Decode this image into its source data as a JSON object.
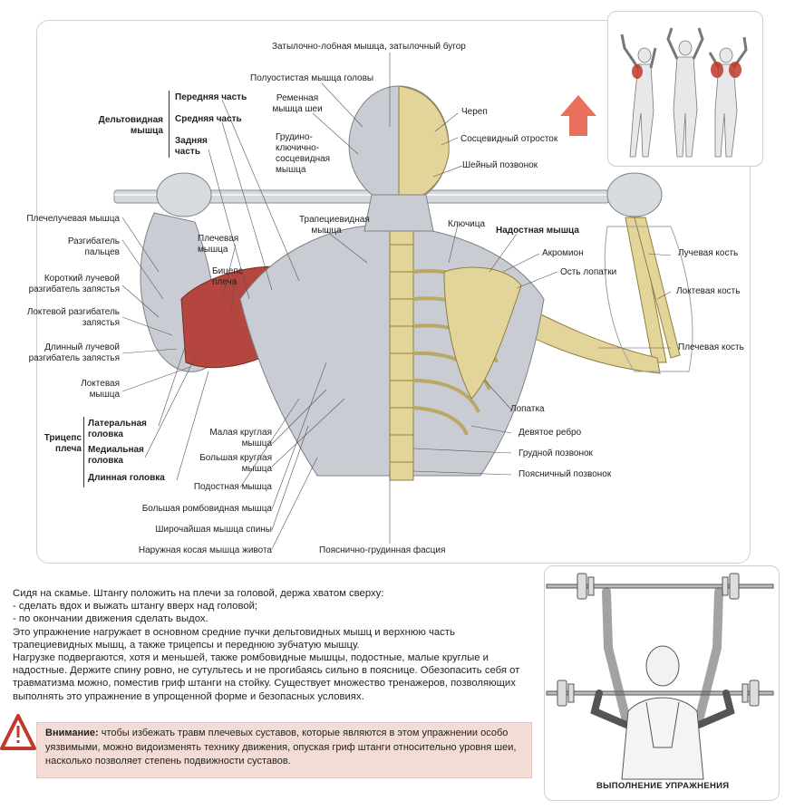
{
  "anatomy_labels": {
    "occipital": "Затылочно-лобная мышца, затылочный бугор",
    "semispinalis": "Полуостистая мышца головы",
    "splenius": "Ременная мышца шеи",
    "skull": "Череп",
    "sternocleido": "Грудино-ключично-сосцевидная мышца",
    "mastoid": "Сосцевидный отросток",
    "cervical": "Шейный позвонок",
    "deltoid_title": "Дельтовидная мышца",
    "deltoid_front": "Передняя часть",
    "deltoid_middle": "Средняя часть",
    "deltoid_rear": "Задняя часть",
    "clavicle": "Ключица",
    "supraspinatus": "Надостная мышца",
    "trapezius": "Трапециевидная мышца",
    "brachioradialis": "Плечелучевая мышца",
    "finger_ext": "Разгибатель пальцев",
    "brachialis": "Плечевая мышца",
    "acromion": "Акромион",
    "radius": "Лучевая кость",
    "scapula_spine": "Ость лопатки",
    "short_radial_ext": "Короткий лучевой разгибатель запястья",
    "biceps": "Бицепс плеча",
    "ulna": "Локтевая кость",
    "ulnar_ext": "Локтевой разгибатель запястья",
    "long_radial_ext": "Длинный лучевой разгибатель запястья",
    "humerus": "Плечевая кость",
    "anconeus": "Локтевая мышца",
    "scapula": "Лопатка",
    "triceps_title": "Трицепс плеча",
    "triceps_lat": "Латеральная головка",
    "triceps_med": "Медиальная головка",
    "triceps_long": "Длинная головка",
    "teres_minor": "Малая круглая мышца",
    "ninth_rib": "Девятое ребро",
    "teres_major": "Большая круглая мышца",
    "thoracic": "Грудной позвонок",
    "infraspinatus": "Подостная мышца",
    "lumbar": "Поясничный позвонок",
    "rhomboid": "Большая ромбовидная мышца",
    "lats": "Широчайшая мышца спины",
    "oblique": "Наружная косая мышца живота",
    "fascia": "Пояснично-грудинная фасция"
  },
  "text": {
    "line1": "Сидя на скамье. Штангу положить на плечи за головой, держа хватом сверху:",
    "line2": "-  сделать вдох и выжать штангу вверх над головой;",
    "line3": "-   по окончании движения сделать выдох.",
    "line4": "Это упражнение нагружает в основном средние пучки дельтовидных мышц и верхнюю часть трапециевидных мышц, а также трицепсы и переднюю зубчатую мышцу.",
    "line5": "Нагрузке подвергаются, хотя и меньшей, также ромбовидные мышцы, подостные, малые круглые и надостные. Держите спину ровно, не сутультесь и не прогибаясь сильно в пояснице. Обезопасить себя от травматизма можно, поместив гриф штанги на стойку. Существует множество тренажеров, позволяющих выполнять это упражнение в упрощенной форме и безопасных условиях."
  },
  "warning": {
    "title": "Внимание:",
    "body": " чтобы избежать травм плечевых суставов, которые являются в этом упражнении особо уязвимыми, можно видоизменять технику движения, опуская гриф штанги относительно уровня шеи, насколько позволяет степень подвижности суставов."
  },
  "caption": "ВЫПОЛНЕНИЕ УПРАЖНЕНИЯ",
  "colors": {
    "muscle_red": "#b5463f",
    "muscle_grey": "#c9cdd3",
    "bone": "#e3d59a",
    "arrow": "#e8604c",
    "warn_bg": "#f3dcd5"
  }
}
